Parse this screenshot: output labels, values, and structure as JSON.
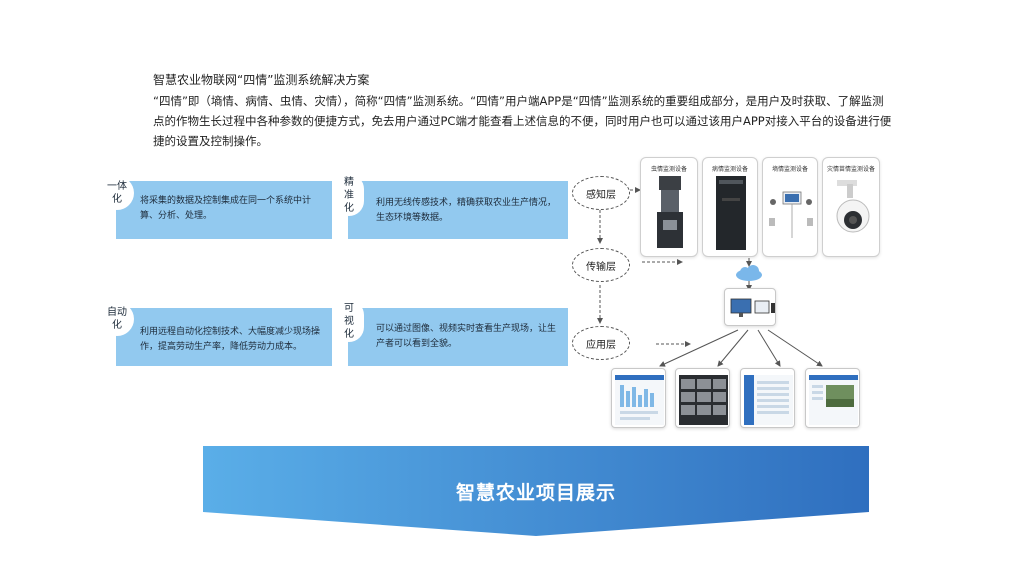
{
  "title": "智慧农业物联网“四情”监测系统解决方案",
  "intro": "“四情”即（墒情、病情、虫情、灾情），简称“四情”监测系统。“四情”用户端APP是“四情”监测系统的重要组成部分，是用户及时获取、了解监测点的作物生长过程中各种参数的便捷方式，免去用户通过PC端才能查看上述信息的不便，同时用户也可以通过该用户APP对接入平台的设备进行便捷的设置及控制操作。",
  "features": [
    {
      "badge": "一体化",
      "text": "将采集的数据及控制集成在同一个系统中计算、分析、处理。"
    },
    {
      "badge": "精准化",
      "text": "利用无线传感技术，精确获取农业生产情况，生态环境等数据。"
    },
    {
      "badge": "自动化",
      "text": "利用远程自动化控制技术、大幅度减少现场操作，提高劳动生产率，降低劳动力成本。"
    },
    {
      "badge": "可视化",
      "text": "可以通过图像、视频实时查看生产现场，让生产者可以看到全貌。"
    }
  ],
  "layers": [
    "感知层",
    "传输层",
    "应用层"
  ],
  "devices": [
    "虫情监测设备",
    "病情监测设备",
    "墒情监测设备",
    "灾情苗情监测设备"
  ],
  "banner": "智慧农业项目展示",
  "colors": {
    "card": "#92c9ef",
    "banner_left": "#5aaee8",
    "banner_right": "#2f6fbf"
  }
}
